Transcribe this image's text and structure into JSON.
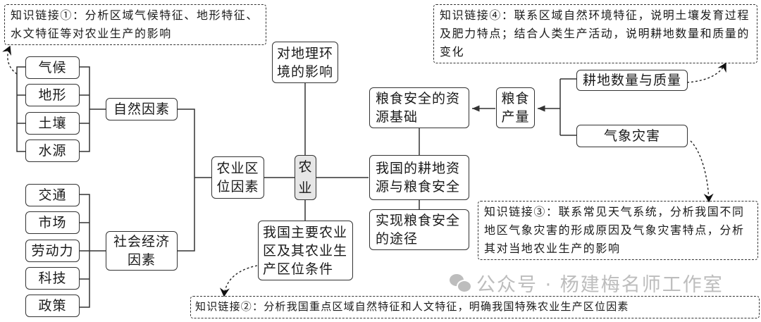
{
  "center": "农业",
  "nodes": {
    "location_factors": "农业区位因素",
    "natural_factors": "自然因素",
    "socio_economic_factors": "社会经济因素",
    "natural_items": [
      "气候",
      "地形",
      "土壤",
      "水源"
    ],
    "social_items": [
      "交通",
      "市场",
      "劳动力",
      "科技",
      "政策"
    ],
    "env_impact": "对地理环境的影响",
    "main_regions": "我国主要农业区及其农业生产区位条件",
    "farmland_food_security": "我国的耕地资源与粮食安全",
    "food_security_basis": "粮食安全的资源基础",
    "food_security_path": "实现粮食安全的途径",
    "grain_output": "粮食产量",
    "farmland_quantity_quality": "耕地数量与质量",
    "meteorological_disasters": "气象灾害"
  },
  "notes": {
    "link1": "知识链接①：分析区域气候特征、地形特征、水文特征等对农业生产的影响",
    "link2": "知识链接②：分析我国重点区域自然特征和人文特征，明确我国特殊农业生产区位因素",
    "link3": "知识链接③：联系常见天气系统，分析我国不同地区气象灾害的形成原因及气象灾害特点，分析其对当地农业生产的影响",
    "link4": "知识链接④：联系区域自然环境特征，说明土壤发育过程及肥力特点；结合人类生产活动，说明耕地数量和质量的变化"
  },
  "watermark": "公众号 · 杨建梅名师工作室"
}
